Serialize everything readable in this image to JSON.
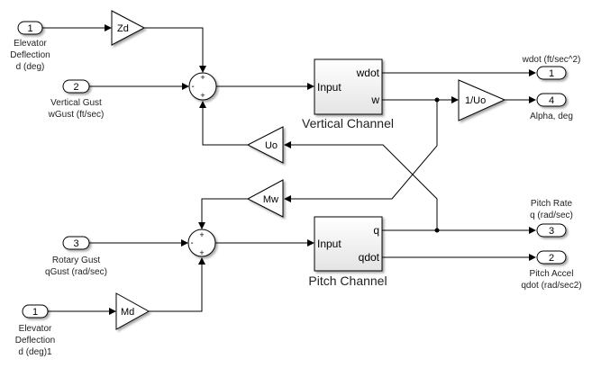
{
  "diagram": {
    "inports": [
      {
        "id": "in1a",
        "number": "1",
        "label": [
          "Elevator",
          "Deflection",
          "d (deg)"
        ]
      },
      {
        "id": "in2",
        "number": "2",
        "label": [
          "Vertical Gust",
          "wGust (ft/sec)"
        ]
      },
      {
        "id": "in3",
        "number": "3",
        "label": [
          "Rotary Gust",
          "qGust (rad/sec)"
        ]
      },
      {
        "id": "in1b",
        "number": "1",
        "label": [
          "Elevator",
          "Deflection",
          "d (deg)1"
        ]
      }
    ],
    "outports": [
      {
        "id": "out1",
        "number": "1",
        "label": [
          "wdot (ft/sec^2)"
        ]
      },
      {
        "id": "out4",
        "number": "4",
        "label": [
          "Alpha, deg"
        ]
      },
      {
        "id": "out3",
        "number": "3",
        "label": [
          "Pitch Rate",
          "q (rad/sec)"
        ]
      },
      {
        "id": "out2",
        "number": "2",
        "label": [
          "Pitch Accel",
          "qdot (rad/sec2)"
        ]
      }
    ],
    "gains": {
      "zd": "Zd",
      "uo": "Uo",
      "mw": "Mw",
      "md": "Md",
      "inv_uo": "1/Uo"
    },
    "sums": {
      "upper": {
        "top": "+",
        "left": "-",
        "bottom": "+"
      },
      "lower": {
        "top": "+",
        "left": "-",
        "bottom": "+"
      }
    },
    "subsystems": {
      "vertical": {
        "name": "Vertical Channel",
        "input": "Input",
        "outputs": [
          "wdot",
          "w"
        ]
      },
      "pitch": {
        "name": "Pitch Channel",
        "input": "Input",
        "outputs": [
          "q",
          "qdot"
        ]
      }
    },
    "colors": {
      "line": "#000000",
      "block_fill": "#ffffff",
      "subsystem_fill_top": "#ffffff",
      "subsystem_fill_bottom": "#e4e4e4"
    }
  }
}
